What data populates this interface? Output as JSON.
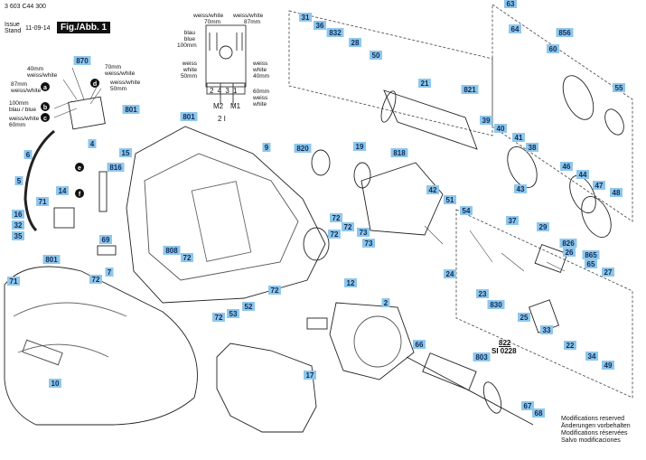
{
  "header": {
    "code": "3 603 C44 300",
    "issue_label": "Issue",
    "stand_label": "Stand",
    "date": "11-09-14",
    "figure": "Fig./Abb. 1"
  },
  "footer": {
    "lines": [
      "Modifications reserved",
      "Änderungen vorbehalten",
      "Modifications réservées",
      "Salvo modificaciones"
    ]
  },
  "serial": {
    "part": "822",
    "line": "SI 0228"
  },
  "wiring": {
    "top_left": [
      "weiss/white",
      "70mm"
    ],
    "top_right": [
      "weiss/white",
      "87mm"
    ],
    "left_mid": [
      "blau",
      "blue",
      "100mm"
    ],
    "left_low": [
      "weiss",
      "white",
      "50mm"
    ],
    "right_mid": [
      "weiss",
      "white",
      "40mm"
    ],
    "right_low": [
      "60mm",
      "weiss",
      "white"
    ],
    "terminals": "2 4 3 1",
    "m2": "M2",
    "m1": "M1",
    "bottom": "2 I"
  },
  "switch_callouts": {
    "w40": [
      "40mm",
      "weiss/white"
    ],
    "w87": [
      "87mm",
      "weiss/white"
    ],
    "w70": [
      "70mm",
      "weiss/white"
    ],
    "w50": [
      "weiss/white",
      "50mm"
    ],
    "b100": [
      "100mm",
      "blau / blue"
    ],
    "w60": [
      "weiss/white",
      "60mm"
    ]
  },
  "letters": [
    "a",
    "b",
    "c",
    "d",
    "e",
    "f"
  ],
  "parts": [
    "2",
    "4",
    "5",
    "6",
    "7",
    "9",
    "10",
    "12",
    "14",
    "15",
    "16",
    "17",
    "19",
    "21",
    "22",
    "23",
    "24",
    "25",
    "26",
    "27",
    "28",
    "29",
    "31",
    "32",
    "33",
    "34",
    "35",
    "36",
    "37",
    "38",
    "39",
    "40",
    "41",
    "42",
    "43",
    "44",
    "46",
    "47",
    "48",
    "49",
    "50",
    "51",
    "52",
    "53",
    "54",
    "55",
    "60",
    "63",
    "64",
    "65",
    "66",
    "67",
    "68",
    "69",
    "71",
    "72",
    "73",
    "801",
    "803",
    "808",
    "816",
    "818",
    "820",
    "821",
    "826",
    "830",
    "832",
    "856",
    "865",
    "870"
  ]
}
